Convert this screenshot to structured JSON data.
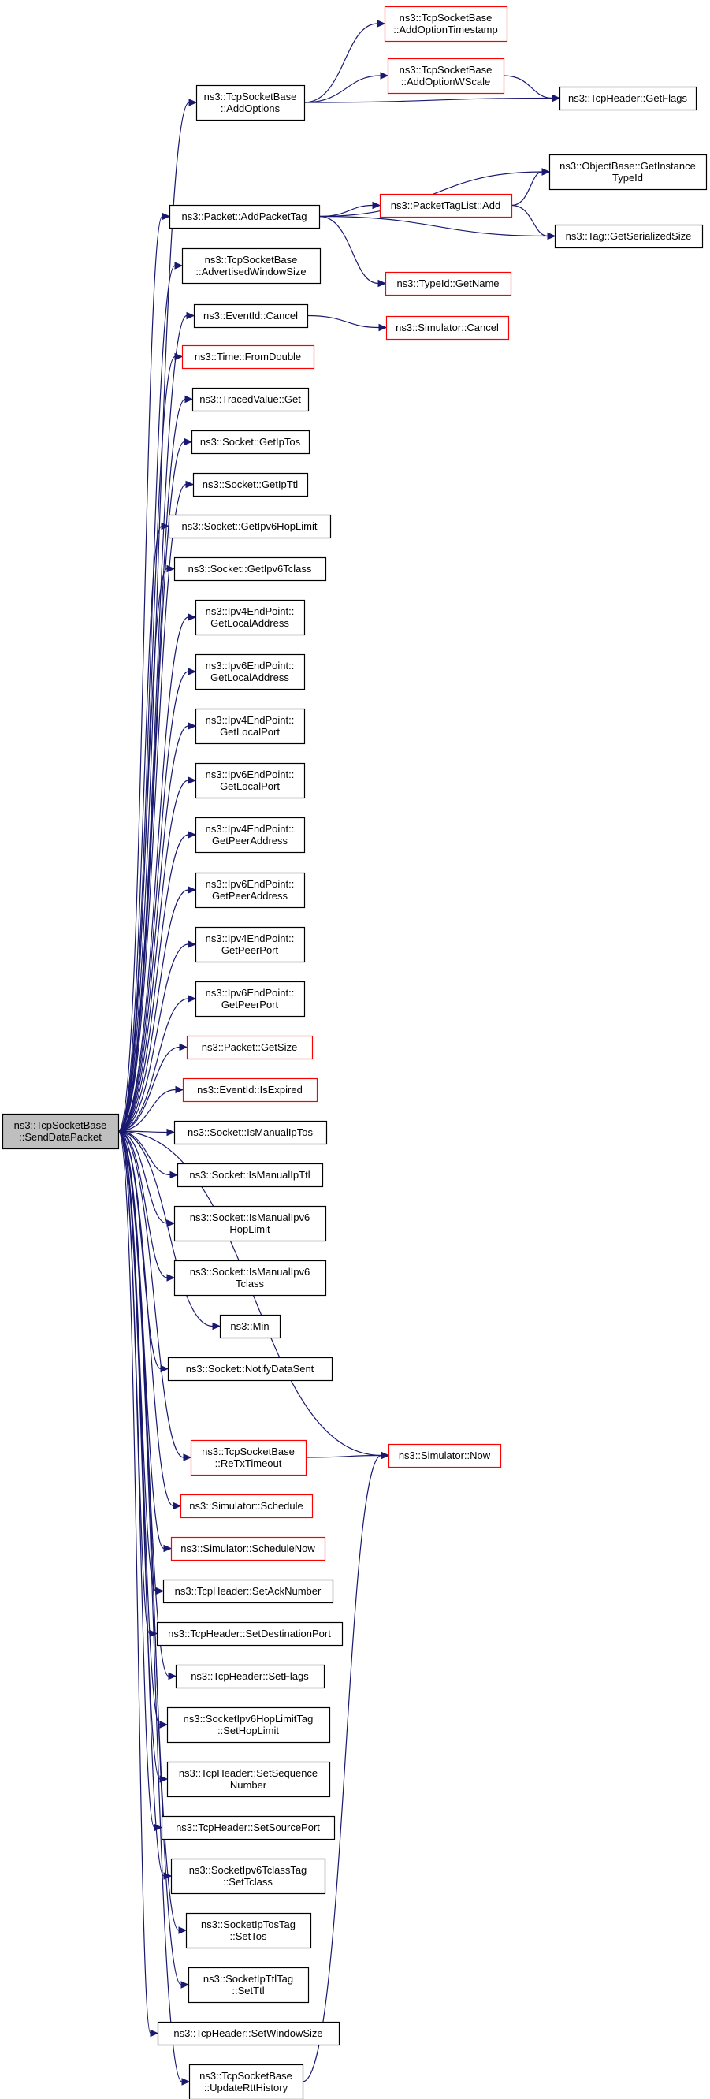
{
  "graph": {
    "root": "n0",
    "edge_color": "#191970",
    "nodes": {
      "n0": {
        "lines": [
          "ns3::TcpSocketBase",
          "::SendDataPacket"
        ],
        "style": "root"
      },
      "n1": {
        "lines": [
          "ns3::TcpSocketBase",
          "::AddOptions"
        ],
        "style": "black"
      },
      "n2": {
        "lines": [
          "ns3::TcpSocketBase",
          "::AddOptionTimestamp"
        ],
        "style": "red"
      },
      "n3": {
        "lines": [
          "ns3::TcpSocketBase",
          "::AddOptionWScale"
        ],
        "style": "red"
      },
      "n4": {
        "lines": [
          "ns3::TcpHeader::GetFlags"
        ],
        "style": "black"
      },
      "n5": {
        "lines": [
          "ns3::Packet::AddPacketTag"
        ],
        "style": "black"
      },
      "n6": {
        "lines": [
          "ns3::ObjectBase::GetInstance",
          "TypeId"
        ],
        "style": "black"
      },
      "n7": {
        "lines": [
          "ns3::PacketTagList::Add"
        ],
        "style": "red"
      },
      "n8": {
        "lines": [
          "ns3::Tag::GetSerializedSize"
        ],
        "style": "black"
      },
      "n9": {
        "lines": [
          "ns3::TypeId::GetName"
        ],
        "style": "red"
      },
      "n10": {
        "lines": [
          "ns3::TcpSocketBase",
          "::AdvertisedWindowSize"
        ],
        "style": "black"
      },
      "n11": {
        "lines": [
          "ns3::EventId::Cancel"
        ],
        "style": "black"
      },
      "n12": {
        "lines": [
          "ns3::Simulator::Cancel"
        ],
        "style": "red"
      },
      "n13": {
        "lines": [
          "ns3::Time::FromDouble"
        ],
        "style": "red"
      },
      "n14": {
        "lines": [
          "ns3::TracedValue::Get"
        ],
        "style": "black"
      },
      "n15": {
        "lines": [
          "ns3::Socket::GetIpTos"
        ],
        "style": "black"
      },
      "n16": {
        "lines": [
          "ns3::Socket::GetIpTtl"
        ],
        "style": "black"
      },
      "n17": {
        "lines": [
          "ns3::Socket::GetIpv6HopLimit"
        ],
        "style": "black"
      },
      "n18": {
        "lines": [
          "ns3::Socket::GetIpv6Tclass"
        ],
        "style": "black"
      },
      "n19": {
        "lines": [
          "ns3::Ipv4EndPoint::",
          "GetLocalAddress"
        ],
        "style": "black"
      },
      "n20": {
        "lines": [
          "ns3::Ipv6EndPoint::",
          "GetLocalAddress"
        ],
        "style": "black"
      },
      "n21": {
        "lines": [
          "ns3::Ipv4EndPoint::",
          "GetLocalPort"
        ],
        "style": "black"
      },
      "n22": {
        "lines": [
          "ns3::Ipv6EndPoint::",
          "GetLocalPort"
        ],
        "style": "black"
      },
      "n23": {
        "lines": [
          "ns3::Ipv4EndPoint::",
          "GetPeerAddress"
        ],
        "style": "black"
      },
      "n24": {
        "lines": [
          "ns3::Ipv6EndPoint::",
          "GetPeerAddress"
        ],
        "style": "black"
      },
      "n25": {
        "lines": [
          "ns3::Ipv4EndPoint::",
          "GetPeerPort"
        ],
        "style": "black"
      },
      "n26": {
        "lines": [
          "ns3::Ipv6EndPoint::",
          "GetPeerPort"
        ],
        "style": "black"
      },
      "n27": {
        "lines": [
          "ns3::Packet::GetSize"
        ],
        "style": "red"
      },
      "n28": {
        "lines": [
          "ns3::EventId::IsExpired"
        ],
        "style": "red"
      },
      "n29": {
        "lines": [
          "ns3::Socket::IsManualIpTos"
        ],
        "style": "black"
      },
      "n30": {
        "lines": [
          "ns3::Socket::IsManualIpTtl"
        ],
        "style": "black"
      },
      "n31": {
        "lines": [
          "ns3::Socket::IsManualIpv6",
          "HopLimit"
        ],
        "style": "black"
      },
      "n32": {
        "lines": [
          "ns3::Socket::IsManualIpv6",
          "Tclass"
        ],
        "style": "black"
      },
      "n33": {
        "lines": [
          "ns3::Min"
        ],
        "style": "black"
      },
      "n34": {
        "lines": [
          "ns3::Socket::NotifyDataSent"
        ],
        "style": "black"
      },
      "n35": {
        "lines": [
          "ns3::Simulator::Now"
        ],
        "style": "red"
      },
      "n36": {
        "lines": [
          "ns3::TcpSocketBase",
          "::ReTxTimeout"
        ],
        "style": "red"
      },
      "n37": {
        "lines": [
          "ns3::Simulator::Schedule"
        ],
        "style": "red"
      },
      "n38": {
        "lines": [
          "ns3::Simulator::ScheduleNow"
        ],
        "style": "red"
      },
      "n39": {
        "lines": [
          "ns3::TcpHeader::SetAckNumber"
        ],
        "style": "black"
      },
      "n40": {
        "lines": [
          "ns3::TcpHeader::SetDestinationPort"
        ],
        "style": "black"
      },
      "n41": {
        "lines": [
          "ns3::TcpHeader::SetFlags"
        ],
        "style": "black"
      },
      "n42": {
        "lines": [
          "ns3::SocketIpv6HopLimitTag",
          "::SetHopLimit"
        ],
        "style": "black"
      },
      "n43": {
        "lines": [
          "ns3::TcpHeader::SetSequence",
          "Number"
        ],
        "style": "black"
      },
      "n44": {
        "lines": [
          "ns3::TcpHeader::SetSourcePort"
        ],
        "style": "black"
      },
      "n45": {
        "lines": [
          "ns3::SocketIpv6TclassTag",
          "::SetTclass"
        ],
        "style": "black"
      },
      "n46": {
        "lines": [
          "ns3::SocketIpTosTag",
          "::SetTos"
        ],
        "style": "black"
      },
      "n47": {
        "lines": [
          "ns3::SocketIpTtlTag",
          "::SetTtl"
        ],
        "style": "black"
      },
      "n48": {
        "lines": [
          "ns3::TcpHeader::SetWindowSize"
        ],
        "style": "black"
      },
      "n49": {
        "lines": [
          "ns3::TcpSocketBase",
          "::UpdateRttHistory"
        ],
        "style": "black"
      }
    },
    "edges": [
      [
        "n0",
        "n1"
      ],
      [
        "n0",
        "n5"
      ],
      [
        "n0",
        "n10"
      ],
      [
        "n0",
        "n11"
      ],
      [
        "n0",
        "n13"
      ],
      [
        "n0",
        "n14"
      ],
      [
        "n0",
        "n15"
      ],
      [
        "n0",
        "n16"
      ],
      [
        "n0",
        "n17"
      ],
      [
        "n0",
        "n18"
      ],
      [
        "n0",
        "n19"
      ],
      [
        "n0",
        "n20"
      ],
      [
        "n0",
        "n21"
      ],
      [
        "n0",
        "n22"
      ],
      [
        "n0",
        "n23"
      ],
      [
        "n0",
        "n24"
      ],
      [
        "n0",
        "n25"
      ],
      [
        "n0",
        "n26"
      ],
      [
        "n0",
        "n27"
      ],
      [
        "n0",
        "n28"
      ],
      [
        "n0",
        "n29"
      ],
      [
        "n0",
        "n30"
      ],
      [
        "n0",
        "n31"
      ],
      [
        "n0",
        "n32"
      ],
      [
        "n0",
        "n33"
      ],
      [
        "n0",
        "n34"
      ],
      [
        "n0",
        "n35"
      ],
      [
        "n0",
        "n36"
      ],
      [
        "n0",
        "n37"
      ],
      [
        "n0",
        "n38"
      ],
      [
        "n0",
        "n39"
      ],
      [
        "n0",
        "n40"
      ],
      [
        "n0",
        "n41"
      ],
      [
        "n0",
        "n42"
      ],
      [
        "n0",
        "n43"
      ],
      [
        "n0",
        "n44"
      ],
      [
        "n0",
        "n45"
      ],
      [
        "n0",
        "n46"
      ],
      [
        "n0",
        "n47"
      ],
      [
        "n0",
        "n48"
      ],
      [
        "n0",
        "n49"
      ],
      [
        "n1",
        "n2"
      ],
      [
        "n1",
        "n3"
      ],
      [
        "n1",
        "n4"
      ],
      [
        "n3",
        "n4"
      ],
      [
        "n5",
        "n6"
      ],
      [
        "n5",
        "n7"
      ],
      [
        "n5",
        "n8"
      ],
      [
        "n5",
        "n9"
      ],
      [
        "n7",
        "n6"
      ],
      [
        "n7",
        "n8"
      ],
      [
        "n11",
        "n12"
      ],
      [
        "n36",
        "n35"
      ],
      [
        "n49",
        "n35"
      ]
    ]
  }
}
